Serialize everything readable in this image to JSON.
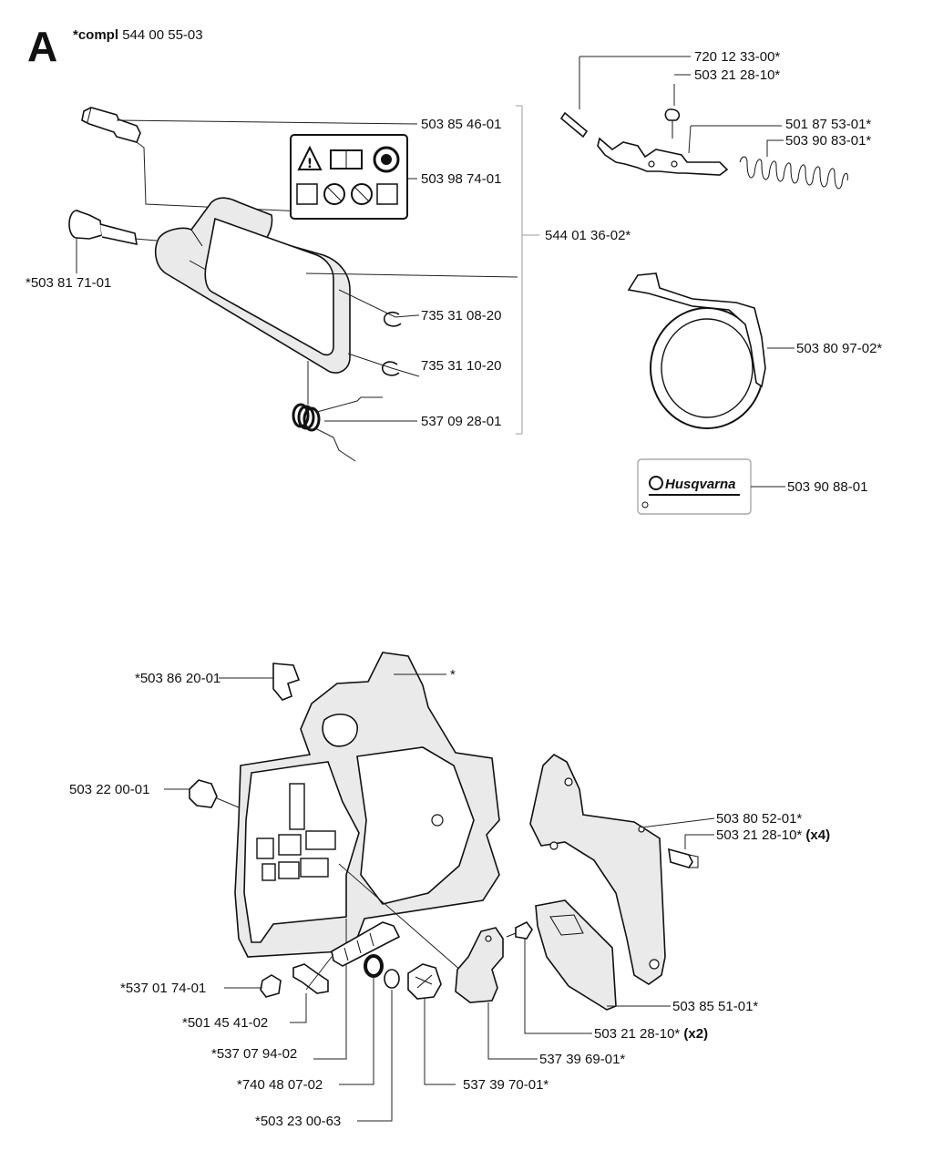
{
  "section_letter": "A",
  "compl_label": "*compl",
  "compl_number": "544 00 55-03",
  "brand_label": "Husqvarna",
  "labels": {
    "p1": "503 85 46-01",
    "p2": "503 98 74-01",
    "p3": "544 01 36-02*",
    "p4": "*503 81 71-01",
    "p5": "735 31 08-20",
    "p6": "735 31 10-20",
    "p7": "537 09 28-01",
    "p8": "720 12 33-00*",
    "p9": "503 21 28-10*",
    "p10": "501 87 53-01*",
    "p11": "503 90 83-01*",
    "p12": "503 80 97-02*",
    "p13": "503 90 88-01",
    "p14": "*503 86 20-01",
    "p15": "*",
    "p16": "503 22 00-01",
    "p17": "503 80 52-01*",
    "p18": "503 21 28-10*",
    "p18_qty": "(x4)",
    "p19": "*537 01 74-01",
    "p20": "*501 45 41-02",
    "p21": "*537 07 94-02",
    "p22": "*740 48 07-02",
    "p23": "*503 23 00-63",
    "p24": "503 85 51-01*",
    "p25": "503 21 28-10*",
    "p25_qty": "(x2)",
    "p26": "537 39 69-01*",
    "p27": "537 39 70-01*"
  }
}
